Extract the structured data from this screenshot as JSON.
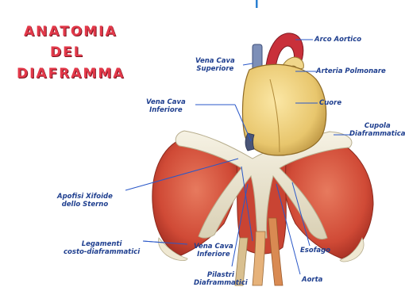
{
  "title": {
    "line1": "ANATOMIA",
    "line2": "DEL",
    "line3": "DIAFRAMMA"
  },
  "labels": {
    "arco_aortico": "Arco Aortico",
    "vena_cava_superiore": {
      "l1": "Vena Cava",
      "l2": "Superiore"
    },
    "arteria_polmonare": "Arteria Polmonare",
    "vena_cava_inferiore_top": {
      "l1": "Vena Cava",
      "l2": "Inferiore"
    },
    "cuore": "Cuore",
    "cupola": {
      "l1": "Cupola",
      "l2": "Diaframmatica"
    },
    "apofisi": {
      "l1": "Apofisi Xifoide",
      "l2": "dello Sterno"
    },
    "legamenti": {
      "l1": "Legamenti",
      "l2": "costo-diaframmatici"
    },
    "vena_cava_inferiore_bottom": {
      "l1": "Vena Cava",
      "l2": "Inferiore"
    },
    "esofago": "Esofago",
    "pilastri": {
      "l1": "Pilastri",
      "l2": "Diaframmatici"
    },
    "aorta": "Aorta"
  },
  "colors": {
    "title": "#e3394a",
    "label_text": "#1f3f8f",
    "leader_line": "#2a58c8",
    "muscle": "#d8553f",
    "tendon": "#ece6d0",
    "heart": "#e9c873",
    "aorta": "#c9303a"
  }
}
